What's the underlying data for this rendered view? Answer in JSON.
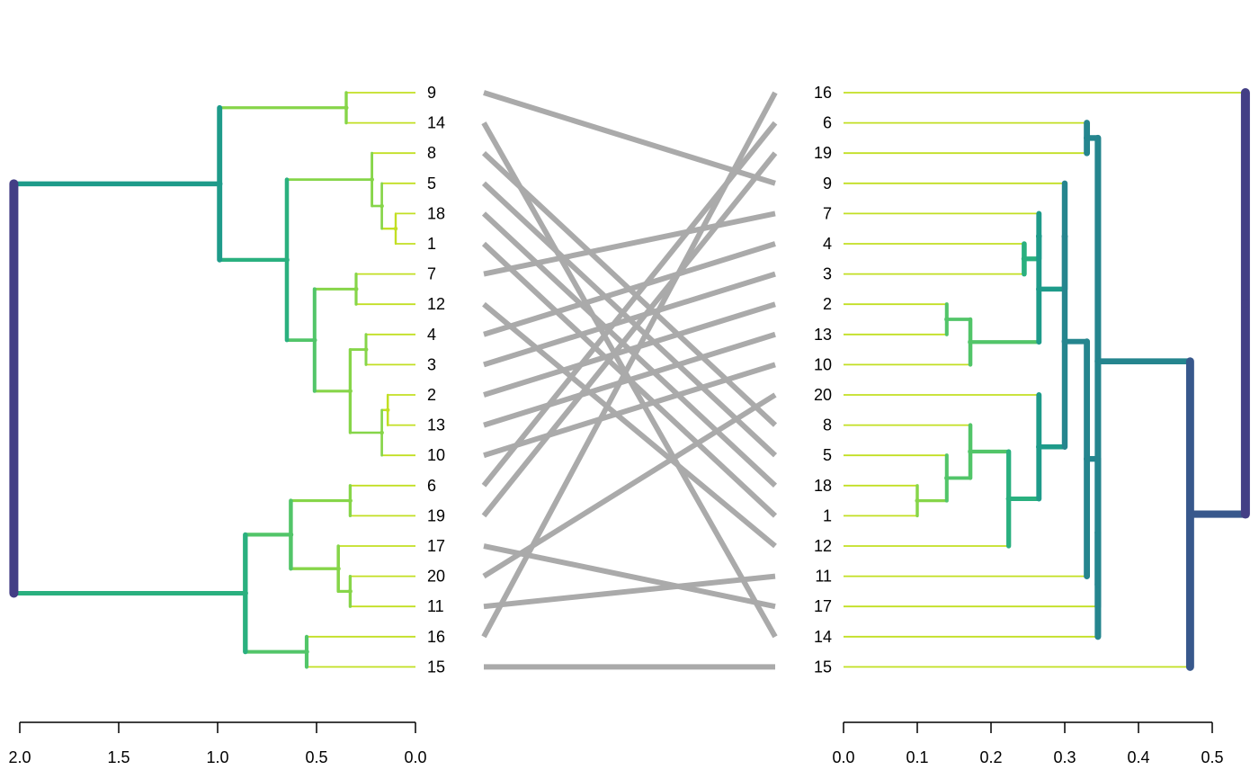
{
  "chart_data": {
    "type": "tanglegram",
    "title": "",
    "left": {
      "leaf_order": [
        "9",
        "14",
        "8",
        "5",
        "18",
        "1",
        "7",
        "12",
        "4",
        "3",
        "2",
        "13",
        "10",
        "6",
        "19",
        "17",
        "20",
        "11",
        "16",
        "15"
      ],
      "axis": {
        "min": 0.0,
        "max": 2.0,
        "reversed": true,
        "ticks": [
          "0.0",
          "0.5",
          "1.0",
          "1.5",
          "2.0"
        ]
      },
      "merges": [
        {
          "children": [
            "9",
            "14"
          ],
          "height": 0.35
        },
        {
          "children": [
            "18",
            "1"
          ],
          "height": 0.1
        },
        {
          "children": [
            "5",
            "18|1"
          ],
          "height": 0.17
        },
        {
          "children": [
            "8",
            "5|18|1"
          ],
          "height": 0.22
        },
        {
          "children": [
            "7",
            "12"
          ],
          "height": 0.3
        },
        {
          "children": [
            "4",
            "3"
          ],
          "height": 0.25
        },
        {
          "children": [
            "2",
            "13"
          ],
          "height": 0.14
        },
        {
          "children": [
            "2|13",
            "10"
          ],
          "height": 0.17
        },
        {
          "children": [
            "4|3",
            "2|13|10"
          ],
          "height": 0.33
        },
        {
          "children": [
            "7|12",
            "4|3|2|13|10"
          ],
          "height": 0.51
        },
        {
          "children": [
            "8|5|18|1",
            "7|12|4|3|2|13|10"
          ],
          "height": 0.65
        },
        {
          "children": [
            "9|14",
            "8|5|18|1|7|12|4|3|2|13|10"
          ],
          "height": 0.99
        },
        {
          "children": [
            "6",
            "19"
          ],
          "height": 0.33
        },
        {
          "children": [
            "20",
            "11"
          ],
          "height": 0.33
        },
        {
          "children": [
            "17",
            "20|11"
          ],
          "height": 0.39
        },
        {
          "children": [
            "6|19",
            "17|20|11"
          ],
          "height": 0.63
        },
        {
          "children": [
            "16",
            "15"
          ],
          "height": 0.55
        },
        {
          "children": [
            "6|19|17|20|11",
            "16|15"
          ],
          "height": 0.86
        },
        {
          "children": [
            "9|14|8|5|18|1|7|12|4|3|2|13|10",
            "6|19|17|20|11|16|15"
          ],
          "height": 2.03
        }
      ]
    },
    "right": {
      "leaf_order": [
        "16",
        "6",
        "19",
        "9",
        "7",
        "4",
        "3",
        "2",
        "13",
        "10",
        "20",
        "8",
        "5",
        "18",
        "1",
        "12",
        "11",
        "17",
        "14",
        "15"
      ],
      "axis": {
        "min": 0.0,
        "max": 0.5,
        "reversed": false,
        "ticks": [
          "0.0",
          "0.1",
          "0.2",
          "0.3",
          "0.4",
          "0.5"
        ]
      },
      "merges": [
        {
          "children": [
            "6",
            "19"
          ],
          "height": 0.33
        },
        {
          "children": [
            "4",
            "3"
          ],
          "height": 0.245
        },
        {
          "children": [
            "7",
            "4|3"
          ],
          "height": 0.265
        },
        {
          "children": [
            "2",
            "13"
          ],
          "height": 0.14
        },
        {
          "children": [
            "2|13",
            "10"
          ],
          "height": 0.172
        },
        {
          "children": [
            "7|4|3",
            "2|13|10"
          ],
          "height": 0.265
        },
        {
          "children": [
            "9",
            "7|4|3|2|13|10"
          ],
          "height": 0.3
        },
        {
          "children": [
            "18",
            "1"
          ],
          "height": 0.1
        },
        {
          "children": [
            "5",
            "18|1"
          ],
          "height": 0.14
        },
        {
          "children": [
            "8",
            "5|18|1"
          ],
          "height": 0.172
        },
        {
          "children": [
            "8|5|18|1",
            "12"
          ],
          "height": 0.224
        },
        {
          "children": [
            "20",
            "8|5|18|1|12"
          ],
          "height": 0.265
        },
        {
          "children": [
            "9|7|4|3|2|13|10",
            "20|8|5|18|1|12"
          ],
          "height": 0.3
        },
        {
          "children": [
            "9|7|4|3|2|13|10|20|8|5|18|1|12",
            "11"
          ],
          "height": 0.33
        },
        {
          "children": [
            "9|7|4|3|2|13|10|20|8|5|18|1|12|11",
            "17"
          ],
          "height": 0.345
        },
        {
          "children": [
            "9|7|4|3|2|13|10|20|8|5|18|1|12|11|17",
            "14"
          ],
          "height": 0.345
        },
        {
          "children": [
            "6|19",
            "9|7|4|3|2|13|10|20|8|5|18|1|12|11|17|14"
          ],
          "height": 0.345
        },
        {
          "children": [
            "6|19|9|7|4|3|2|13|10|20|8|5|18|1|12|11|17|14",
            "15"
          ],
          "height": 0.47
        },
        {
          "children": [
            "16",
            "6|19|9|7|4|3|2|13|10|20|8|5|18|1|12|11|17|14|15"
          ],
          "height": 0.545
        }
      ]
    },
    "connectors": {
      "color": "#aaaaaa"
    },
    "palette": {
      "leaf": "#c2df23",
      "low": "#86d549",
      "mid_low": "#52c569",
      "mid": "#2ab07f",
      "mid_high": "#1e9b8a",
      "high": "#25858e",
      "higher": "#2d708e",
      "highest": "#38588c",
      "root": "#433e85"
    }
  }
}
